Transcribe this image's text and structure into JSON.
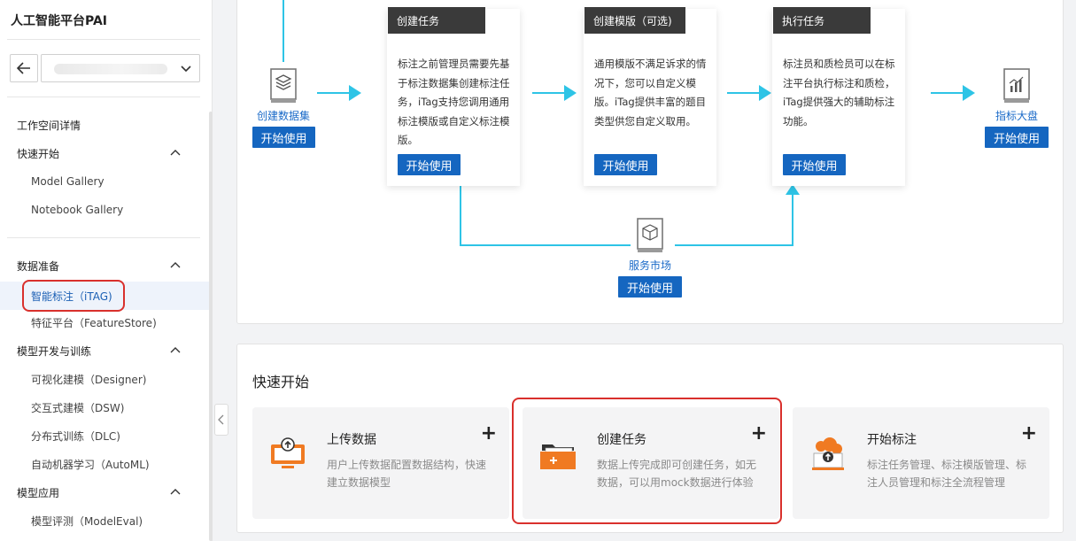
{
  "app": {
    "title": "人工智能平台PAI"
  },
  "sidebar": {
    "workspace_value": "",
    "items": [
      {
        "label": "工作空间详情"
      },
      {
        "label": "快速开始"
      },
      {
        "label": "Model Gallery"
      },
      {
        "label": "Notebook Gallery"
      },
      {
        "label": "数据准备"
      },
      {
        "label": "智能标注（iTAG)"
      },
      {
        "label": "特征平台（FeatureStore)"
      },
      {
        "label": "模型开发与训练"
      },
      {
        "label": "可视化建模（Designer)"
      },
      {
        "label": "交互式建模（DSW)"
      },
      {
        "label": "分布式训练（DLC)"
      },
      {
        "label": "自动机器学习（AutoML)"
      },
      {
        "label": "模型应用"
      },
      {
        "label": "模型评测（ModelEval)"
      }
    ]
  },
  "flow": {
    "start_label": "开始使用",
    "nodes": {
      "dataset": "创建数据集",
      "dashboard": "指标大盘",
      "market": "服务市场"
    },
    "steps": [
      {
        "title": "创建任务",
        "text": "标注之前管理员需要先基于标注数据集创建标注任务，iTag支持您调用通用标注模版或自定义标注模版。"
      },
      {
        "title": "创建模版（可选)",
        "text": "通用模版不满足诉求的情况下，您可以自定义模版。iTag提供丰富的题目类型供您自定义取用。"
      },
      {
        "title": "执行任务",
        "text": "标注员和质检员可以在标注平台执行标注和质检，iTag提供强大的辅助标注功能。"
      }
    ]
  },
  "quick_start": {
    "title": "快速开始",
    "items": [
      {
        "title": "上传数据",
        "desc": "用户上传数据配置数据结构，快速建立数据模型",
        "icon": "upload-monitor-icon"
      },
      {
        "title": "创建任务",
        "desc": "数据上传完成即可创建任务，如无数据，可以用mock数据进行体验",
        "icon": "folder-add-icon"
      },
      {
        "title": "开始标注",
        "desc": "标注任务管理、标注模版管理、标注人员管理和标注全流程管理",
        "icon": "cloud-upload-icon"
      }
    ]
  },
  "colors": {
    "accent": "#1566c0",
    "flow_line": "#2ec4e6",
    "highlight": "#d9302c",
    "orange": "#f07a22"
  }
}
